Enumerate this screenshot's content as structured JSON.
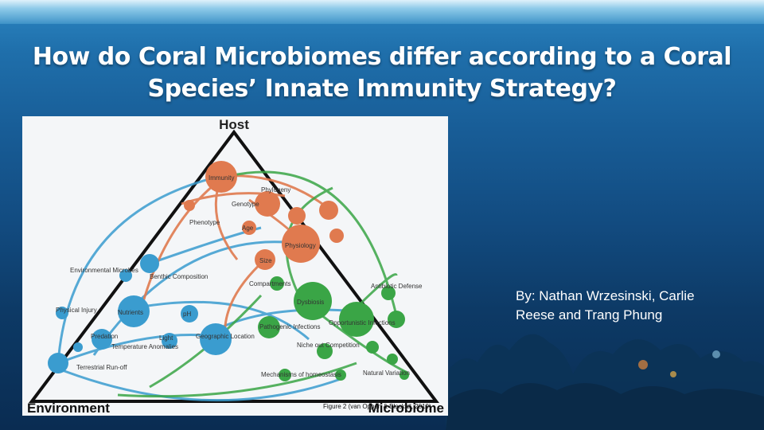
{
  "slide": {
    "title": "How do Coral Microbiomes differ according to a Coral Species’ Innate Immunity Strategy?",
    "authors": "By: Nathan Wrzesinski, Carlie Reese and Trang Phung"
  },
  "figure": {
    "caption": "Figure 2 (van Oppen & Blackall, 2019)",
    "corners": {
      "host": "Host",
      "environment": "Environment",
      "microbiome": "Microbiome"
    },
    "host_nodes": [
      "Immunity",
      "Phylogeny",
      "Genotype",
      "Phenotype",
      "Age",
      "Physiology",
      "Size"
    ],
    "environment_nodes": [
      "Environmental Microbes",
      "Benthic Composition",
      "Physical Injury",
      "Nutrients",
      "pH",
      "Predation",
      "Light",
      "Geographic Location",
      "Temperature Anomalies",
      "Terrestrial Run-off"
    ],
    "microbiome_nodes": [
      "Compartments",
      "Dysbiosis",
      "Antibiotic Defense",
      "Pathogenic Infections",
      "Opportunistic Infections",
      "Niche out Competition",
      "Mechanisms of homeostasis",
      "Natural Variation"
    ],
    "colors": {
      "host": "#e07a4f",
      "environment": "#3a9ccf",
      "microbiome": "#3aa546"
    }
  }
}
